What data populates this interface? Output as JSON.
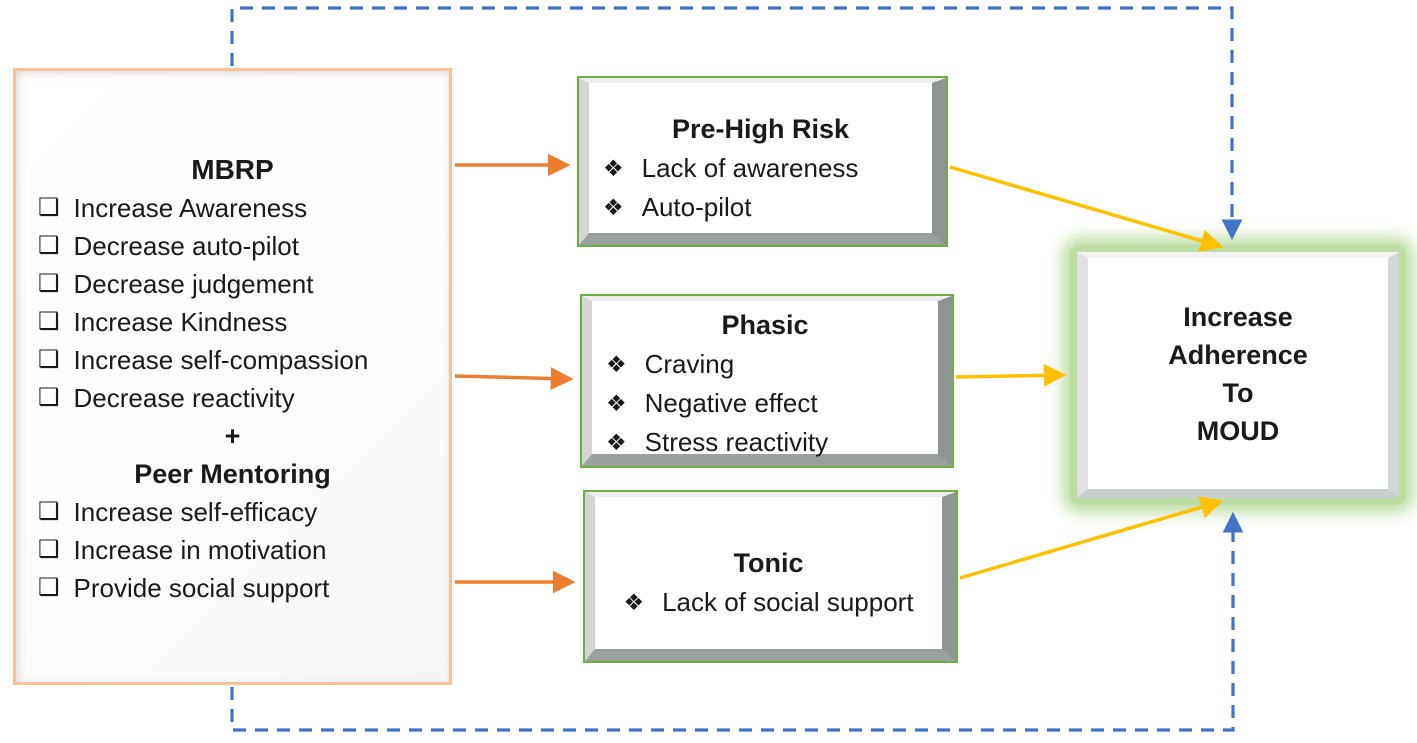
{
  "icons": {
    "checkbox": "❑",
    "diamond_bullet": "❖"
  },
  "colors": {
    "left_box_border": "#F2C29C",
    "risk_box_border": "#70AD47",
    "risk_box_bevel_gray": "#8E9494",
    "outcome_glow_green": "#A9D18E",
    "orange_arrow": "#ED7D31",
    "yellow_arrow": "#FFC000",
    "blue_dashed_loop": "#4472C4",
    "text": "#1A1A1A"
  },
  "left_box": {
    "title": "MBRP",
    "items": [
      "Increase Awareness",
      "Decrease auto-pilot",
      "Decrease judgement",
      "Increase Kindness",
      "Increase self-compassion",
      "Decrease reactivity"
    ],
    "plus": "+",
    "subtitle": "Peer Mentoring",
    "subtitle_items": [
      "Increase self-efficacy",
      "Increase in motivation",
      "Provide social support"
    ]
  },
  "risk_boxes": [
    {
      "title": "Pre-High Risk",
      "items": [
        "Lack of awareness",
        "Auto-pilot"
      ]
    },
    {
      "title": "Phasic",
      "items": [
        "Craving",
        "Negative effect",
        "Stress reactivity"
      ]
    },
    {
      "title": "Tonic",
      "items": [
        "Lack of social support"
      ]
    }
  ],
  "outcome_box": {
    "lines": [
      "Increase",
      "Adherence",
      "To",
      "MOUD"
    ]
  }
}
